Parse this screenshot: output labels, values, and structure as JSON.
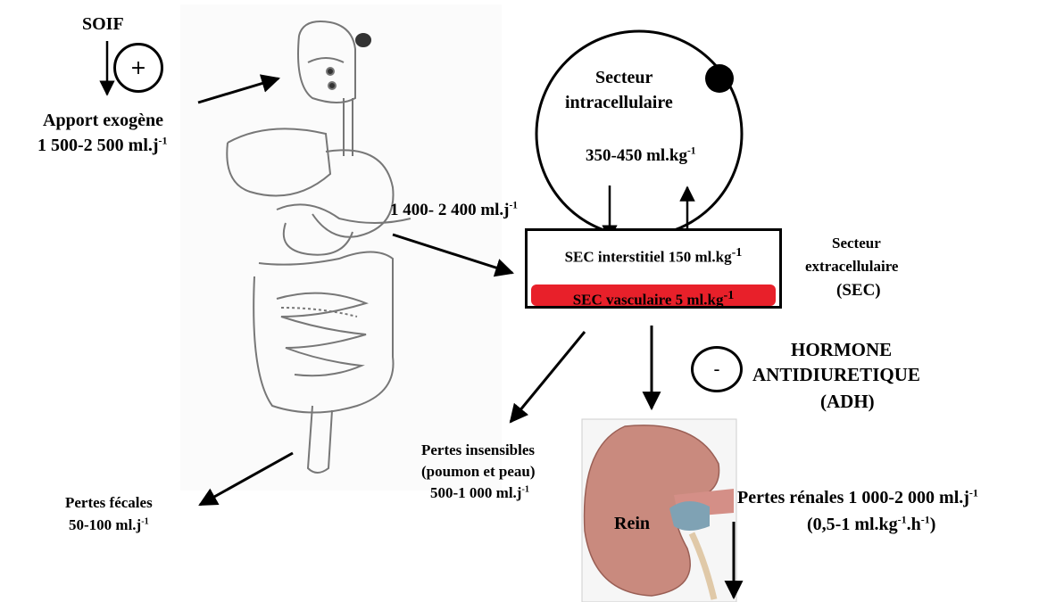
{
  "soif": "SOIF",
  "soif_sign": "+",
  "apport": {
    "title": "Apport exogène",
    "value": "1 500-2 500 ml.j",
    "sup": "-1"
  },
  "absorption": {
    "value": "1 400- 2 400 ml.j",
    "sup": "-1"
  },
  "intracellular": {
    "line1": "Secteur",
    "line2": "intracellulaire",
    "value": "350-450 ml.kg",
    "sup": "-1"
  },
  "sec_box": {
    "interstitiel": "SEC interstitiel 150 ml.kg",
    "interstitiel_sup": "-1",
    "vasculaire": "SEC vasculaire 5 ml.kg",
    "vasculaire_sup": "-1"
  },
  "extracellular": {
    "line1": "Secteur",
    "line2": "extracellulaire",
    "line3": "(SEC)"
  },
  "adh": {
    "sign": "-",
    "line1": "HORMONE",
    "line2": "ANTIDIURETIQUE",
    "line3": "(ADH)"
  },
  "pertes_insensibles": {
    "line1": "Pertes insensibles",
    "line2": "(poumon et peau)",
    "value": "500-1 000 ml.j",
    "sup": "-1"
  },
  "pertes_fecales": {
    "line1": "Pertes fécales",
    "value": "50-100 ml.j",
    "sup": "-1"
  },
  "rein": "Rein",
  "pertes_renales": {
    "line1": "Pertes rénales 1 000-2 000 ml.j",
    "line1_sup": "-1",
    "p1": "(0,5-1 ml.kg",
    "p1_sup": "-1",
    "p2": ".h",
    "p2_sup": "-1",
    "p3": ")"
  },
  "colors": {
    "vascular": "#e8202a",
    "kidney": "#c98a7e",
    "vessel": "#7fa2b4",
    "ureter": "#e0c9a8"
  }
}
